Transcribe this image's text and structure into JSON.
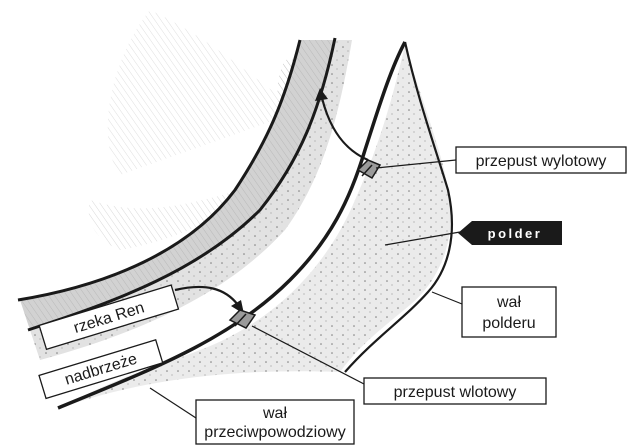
{
  "labels": {
    "outlet_culvert": "przepust wylotowy",
    "polder": "polder",
    "polder_dike_line1": "wał",
    "polder_dike_line2": "polderu",
    "rhine_river": "rzeka Ren",
    "riverbank": "nadbrzeże",
    "inlet_culvert": "przepust wlotowy",
    "flood_dike_line1": "wał",
    "flood_dike_line2": "przeciwpowodziowy"
  },
  "colors": {
    "background": "#ffffff",
    "line": "#1a1a1a",
    "polder_fill": "#e9e9e9",
    "river_fill": "#dcdcdc",
    "hatch": "#8a8a8a",
    "polder_tag": "#1a1a1a"
  }
}
